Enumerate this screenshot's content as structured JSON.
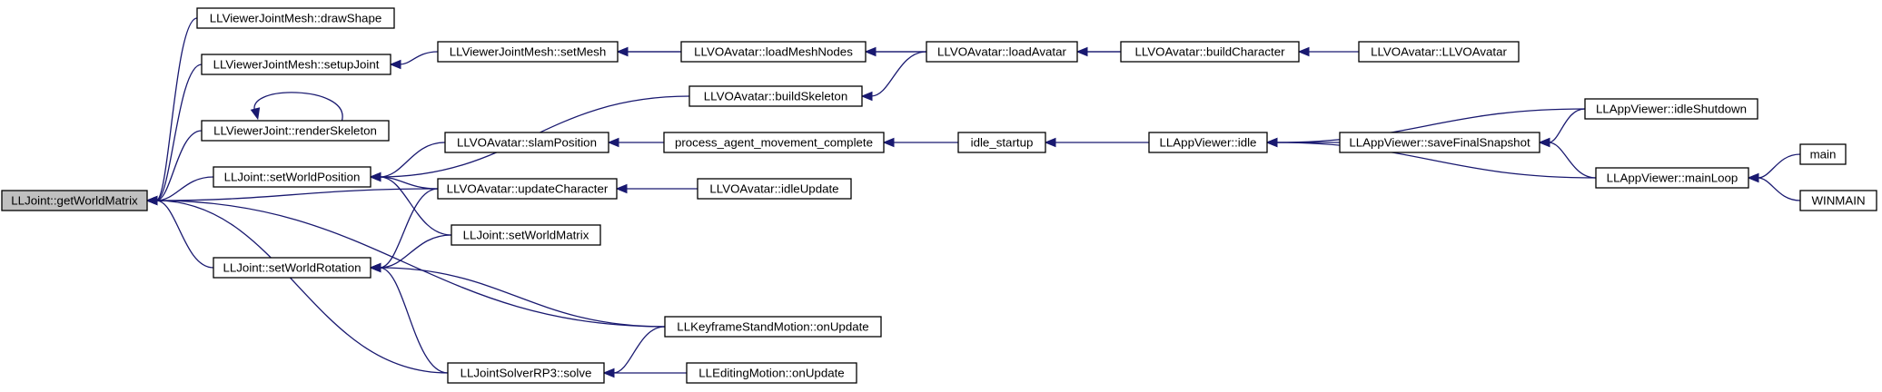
{
  "nodes": {
    "getWorldMatrix": {
      "label": "LLJoint::getWorldMatrix",
      "root": true
    },
    "drawShape": {
      "label": "LLViewerJointMesh::drawShape"
    },
    "setupJoint": {
      "label": "LLViewerJointMesh::setupJoint"
    },
    "renderSkeleton": {
      "label": "LLViewerJoint::renderSkeleton"
    },
    "setWorldPosition": {
      "label": "LLJoint::setWorldPosition"
    },
    "setWorldRotation": {
      "label": "LLJoint::setWorldRotation"
    },
    "setMesh": {
      "label": "LLViewerJointMesh::setMesh"
    },
    "slamPosition": {
      "label": "LLVOAvatar::slamPosition"
    },
    "updateCharacter": {
      "label": "LLVOAvatar::updateCharacter"
    },
    "setWorldMatrix": {
      "label": "LLJoint::setWorldMatrix"
    },
    "solve": {
      "label": "LLJointSolverRP3::solve"
    },
    "loadMeshNodes": {
      "label": "LLVOAvatar::loadMeshNodes"
    },
    "buildSkeleton": {
      "label": "LLVOAvatar::buildSkeleton"
    },
    "processAgent": {
      "label": "process_agent_movement_complete"
    },
    "idleUpdate": {
      "label": "LLVOAvatar::idleUpdate"
    },
    "keyframeOnUpdate": {
      "label": "LLKeyframeStandMotion::onUpdate"
    },
    "editingOnUpdate": {
      "label": "LLEditingMotion::onUpdate"
    },
    "loadAvatar": {
      "label": "LLVOAvatar::loadAvatar"
    },
    "idleStartup": {
      "label": "idle_startup"
    },
    "buildCharacter": {
      "label": "LLVOAvatar::buildCharacter"
    },
    "appIdle": {
      "label": "LLAppViewer::idle"
    },
    "llvoAvatar": {
      "label": "LLVOAvatar::LLVOAvatar"
    },
    "saveFinalSnapshot": {
      "label": "LLAppViewer::saveFinalSnapshot"
    },
    "idleShutdown": {
      "label": "LLAppViewer::idleShutdown"
    },
    "mainLoop": {
      "label": "LLAppViewer::mainLoop"
    },
    "main": {
      "label": "main"
    },
    "winmain": {
      "label": "WINMAIN"
    }
  },
  "edges": [
    [
      "drawShape",
      "getWorldMatrix"
    ],
    [
      "setupJoint",
      "getWorldMatrix"
    ],
    [
      "renderSkeleton",
      "getWorldMatrix"
    ],
    [
      "renderSkeleton",
      "renderSkeleton"
    ],
    [
      "setWorldPosition",
      "getWorldMatrix"
    ],
    [
      "updateCharacter",
      "getWorldMatrix"
    ],
    [
      "setWorldRotation",
      "getWorldMatrix"
    ],
    [
      "keyframeOnUpdate",
      "getWorldMatrix"
    ],
    [
      "solve",
      "getWorldMatrix"
    ],
    [
      "setMesh",
      "setupJoint"
    ],
    [
      "buildSkeleton",
      "setWorldPosition"
    ],
    [
      "slamPosition",
      "setWorldPosition"
    ],
    [
      "updateCharacter",
      "setWorldPosition"
    ],
    [
      "setWorldMatrix",
      "setWorldPosition"
    ],
    [
      "updateCharacter",
      "setWorldRotation"
    ],
    [
      "setWorldMatrix",
      "setWorldRotation"
    ],
    [
      "keyframeOnUpdate",
      "setWorldRotation"
    ],
    [
      "solve",
      "setWorldRotation"
    ],
    [
      "loadMeshNodes",
      "setMesh"
    ],
    [
      "buildCharacter",
      "setMesh"
    ],
    [
      "loadAvatar",
      "loadMeshNodes"
    ],
    [
      "loadAvatar",
      "buildSkeleton"
    ],
    [
      "processAgent",
      "slamPosition"
    ],
    [
      "idleUpdate",
      "updateCharacter"
    ],
    [
      "keyframeOnUpdate",
      "solve"
    ],
    [
      "editingOnUpdate",
      "solve"
    ],
    [
      "buildCharacter",
      "loadAvatar"
    ],
    [
      "idleStartup",
      "processAgent"
    ],
    [
      "appIdle",
      "idleStartup"
    ],
    [
      "llvoAvatar",
      "buildCharacter"
    ],
    [
      "saveFinalSnapshot",
      "appIdle"
    ],
    [
      "idleShutdown",
      "appIdle"
    ],
    [
      "mainLoop",
      "appIdle"
    ],
    [
      "idleShutdown",
      "saveFinalSnapshot"
    ],
    [
      "mainLoop",
      "saveFinalSnapshot"
    ],
    [
      "main",
      "mainLoop"
    ],
    [
      "winmain",
      "mainLoop"
    ]
  ],
  "colors": {
    "edge": "#191970",
    "node_border": "#000000",
    "root_fill": "#c0c0c0",
    "node_fill": "#ffffff"
  }
}
